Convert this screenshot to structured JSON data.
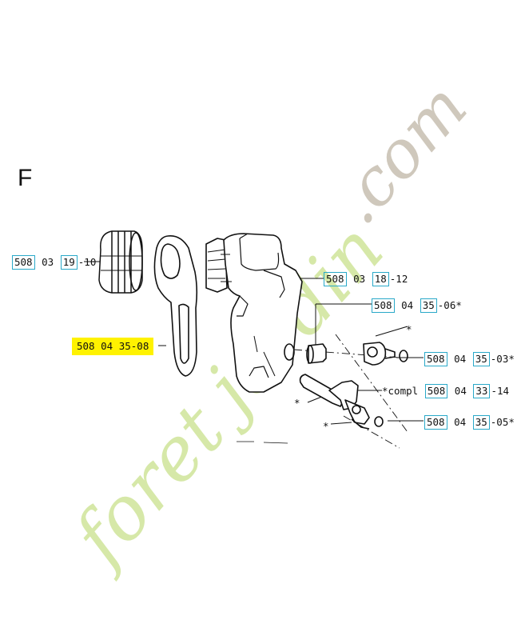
{
  "section": {
    "letter": "F"
  },
  "labels": [
    {
      "id": "lbl-508-03-19-10",
      "parts": [
        "508",
        "03",
        "19",
        "-10"
      ]
    },
    {
      "id": "lbl-508-03-18-12",
      "parts": [
        "508",
        "03",
        "18",
        "-12"
      ]
    },
    {
      "id": "lbl-508-04-35-06",
      "parts": [
        "508",
        "04",
        "35",
        "-06*"
      ]
    },
    {
      "id": "lbl-508-04-35-08",
      "parts": [
        "508",
        "04",
        "35",
        "-08"
      ]
    },
    {
      "id": "lbl-508-04-35-03",
      "parts": [
        "508",
        "04",
        "35",
        "-03*"
      ]
    },
    {
      "id": "lbl-508-04-33-14",
      "prefix": "*compl",
      "parts": [
        "508",
        "04",
        "33",
        "-14"
      ]
    },
    {
      "id": "lbl-508-04-35-05",
      "parts": [
        "508",
        "04",
        "35",
        "-05*"
      ]
    }
  ],
  "asterisks": [
    "*",
    "*",
    "*",
    "*"
  ],
  "watermark": {
    "brand_a": "foret",
    "brand_b": "jardin",
    "suffix": ".com",
    "color_green": "#d6e8a8",
    "color_gray": "#cfc8bc"
  },
  "colors": {
    "label_box": "#2aa9c9",
    "highlight": "#fff200",
    "line": "#111111"
  }
}
